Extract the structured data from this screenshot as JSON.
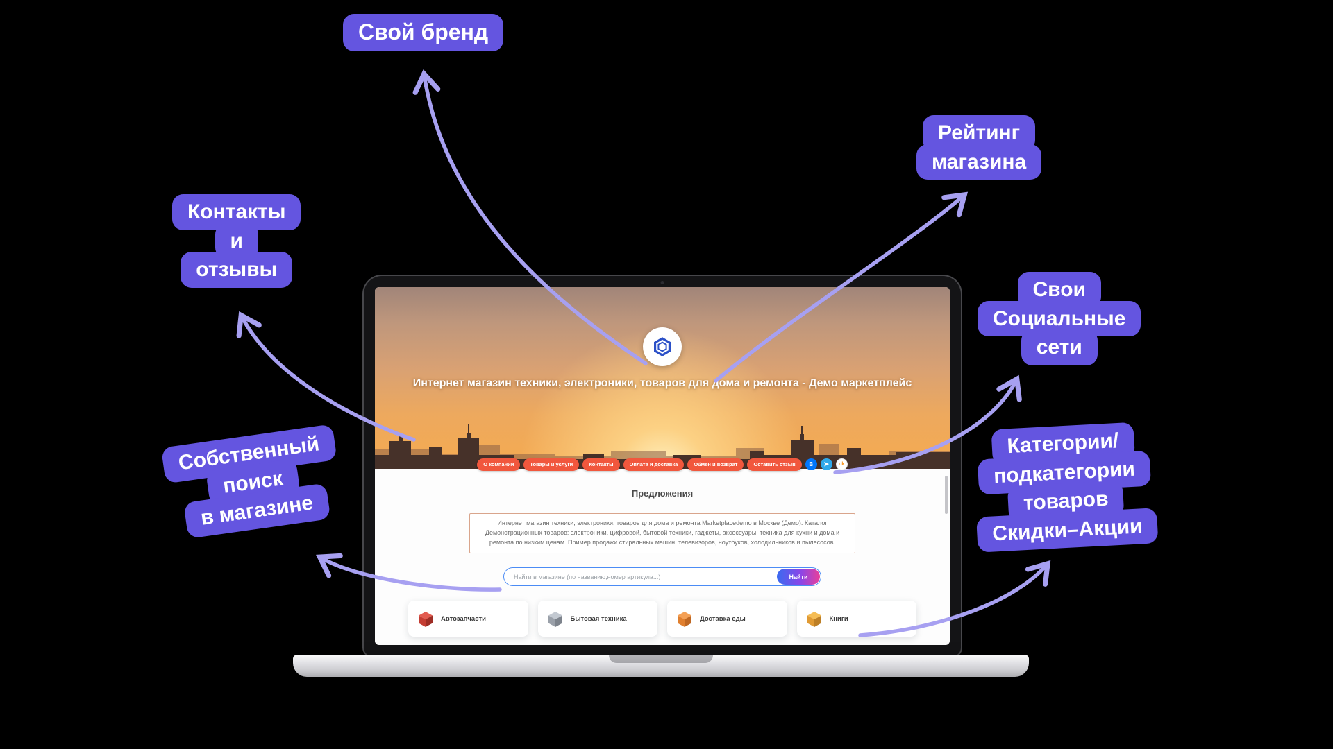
{
  "callouts": {
    "brand": {
      "lines": [
        "Свой бренд"
      ]
    },
    "contacts": {
      "lines": [
        "Контакты",
        "и",
        "отзывы"
      ]
    },
    "rating": {
      "lines": [
        "Рейтинг",
        "магазина"
      ]
    },
    "social": {
      "lines": [
        "Свои",
        "Социальные",
        "сети"
      ]
    },
    "own_search": {
      "lines": [
        "Собственный",
        "поиск",
        "в магазине"
      ]
    },
    "categories": {
      "lines": [
        "Категории/",
        "подкатегории",
        "товаров",
        "Скидки–Акции"
      ]
    }
  },
  "site": {
    "title": "Интернет магазин техники, электроники, товаров для дома и ремонта - Демо маркетплейс",
    "nav": [
      "О компании",
      "Товары и услуги",
      "Контакты",
      "Оплата и доставка",
      "Обмен и возврат",
      "Оставить отзыв"
    ],
    "social": [
      {
        "name": "vk-icon",
        "glyph": "B"
      },
      {
        "name": "telegram-icon",
        "glyph": "➤"
      },
      {
        "name": "ok-icon",
        "glyph": "ok"
      }
    ],
    "offers_heading": "Предложения",
    "description": "Интернет магазин техники, электроники, товаров для дома и ремонта Marketplacedemo в Москве (Демо). Каталог Демонстрационных товаров: электроники, цифровой, бытовой техники, гаджеты, аксессуары, техника для кухни и дома и ремонта по низким ценам. Пример продажи стиральных машин, телевизоров, ноутбуков, холодильников и пылесосов.",
    "search": {
      "placeholder": "Найти в магазине (по названию,номер артикула...)",
      "button": "Найти"
    },
    "categories": [
      {
        "label": "Автозапчасти",
        "icon": "auto-parts-icon",
        "color": "#d9453c"
      },
      {
        "label": "Бытовая техника",
        "icon": "appliances-icon",
        "color": "#a2a8b0"
      },
      {
        "label": "Доставка еды",
        "icon": "food-delivery-icon",
        "color": "#ef8b3a"
      },
      {
        "label": "Книги",
        "icon": "books-icon",
        "color": "#f0b13f"
      }
    ]
  },
  "colors": {
    "background": "#000000",
    "callout_bg": "#6455e0",
    "callout_text": "#ffffff",
    "arrow": "#a7a0f1",
    "nav_pill_bg": "#f1573d",
    "search_border": "#4b8cf5",
    "search_button_gradient": "#3a6bf0,#8a46e8,#e8409a",
    "vk_blue": "#0077ff",
    "telegram_blue": "#2fa9ea",
    "ok_orange": "#f7931e"
  }
}
